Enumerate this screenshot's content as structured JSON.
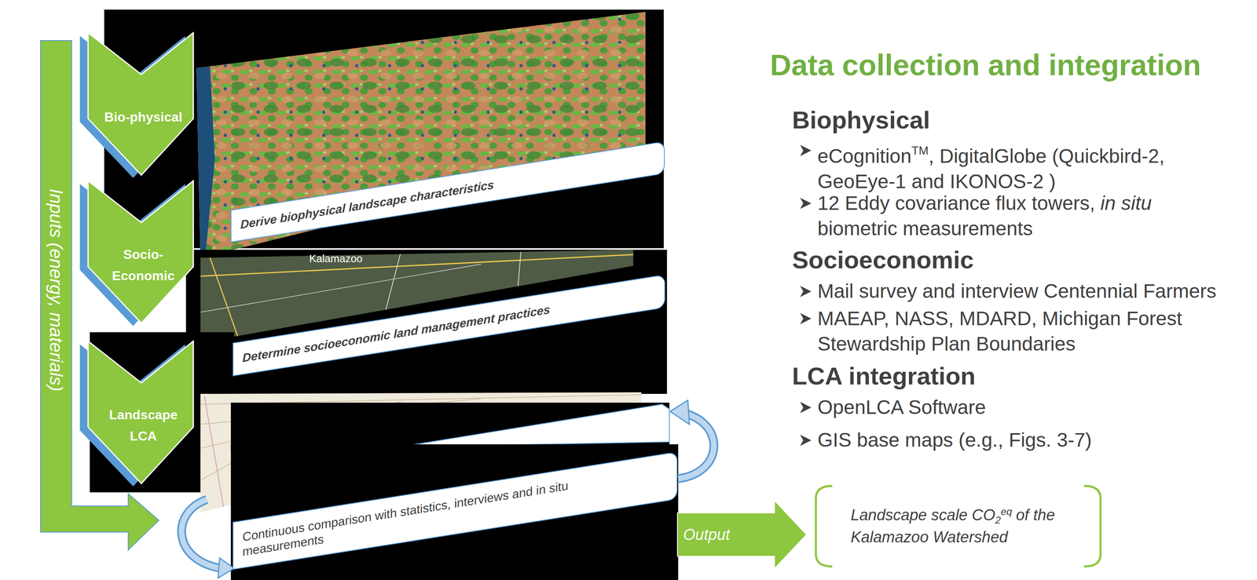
{
  "diagram": {
    "title": "Data collection and integration",
    "nodes": [
      {
        "text": [
          "Inputs (energy, materials)"
        ]
      },
      {
        "text": [
          "Bio-physical"
        ]
      },
      {
        "text": [
          "Derive biophysical landscape characteristics"
        ]
      },
      {
        "text": [
          "Socio-Economic"
        ]
      },
      {
        "text": [
          "Determine socioeconomic land management practices"
        ]
      },
      {
        "text": [
          "Landscape LCA"
        ]
      },
      {
        "text": [
          "Continuous comparison with statistics, interviews and in situ measurements"
        ]
      },
      {
        "text": [
          "Landscape scale CO",
          "2",
          "eq",
          "of the Kalamazoo Watershed"
        ]
      }
    ],
    "edges": [
      {
        "from": 6,
        "to": 7,
        "arrow": "to",
        "label": "Output"
      }
    ],
    "labels": [
      "Biophysical",
      "eCognition",
      "TM",
      ", DigitalGlobe (Quickbird-2, GeoEye-1 and IKONOS-2 )",
      "12 Eddy covariance flux towers,",
      "in situ",
      "biometric measurements",
      "Socioeconomic",
      "Mail survey and interview Centennial Farmers",
      "MAEAP, NASS, MDARD, Michigan Forest Stewardship Plan Boundaries",
      "LCA integration",
      "OpenLCA Software",
      "GIS base maps (e.g., Figs. 3-7)",
      "Kalamazoo"
    ]
  }
}
